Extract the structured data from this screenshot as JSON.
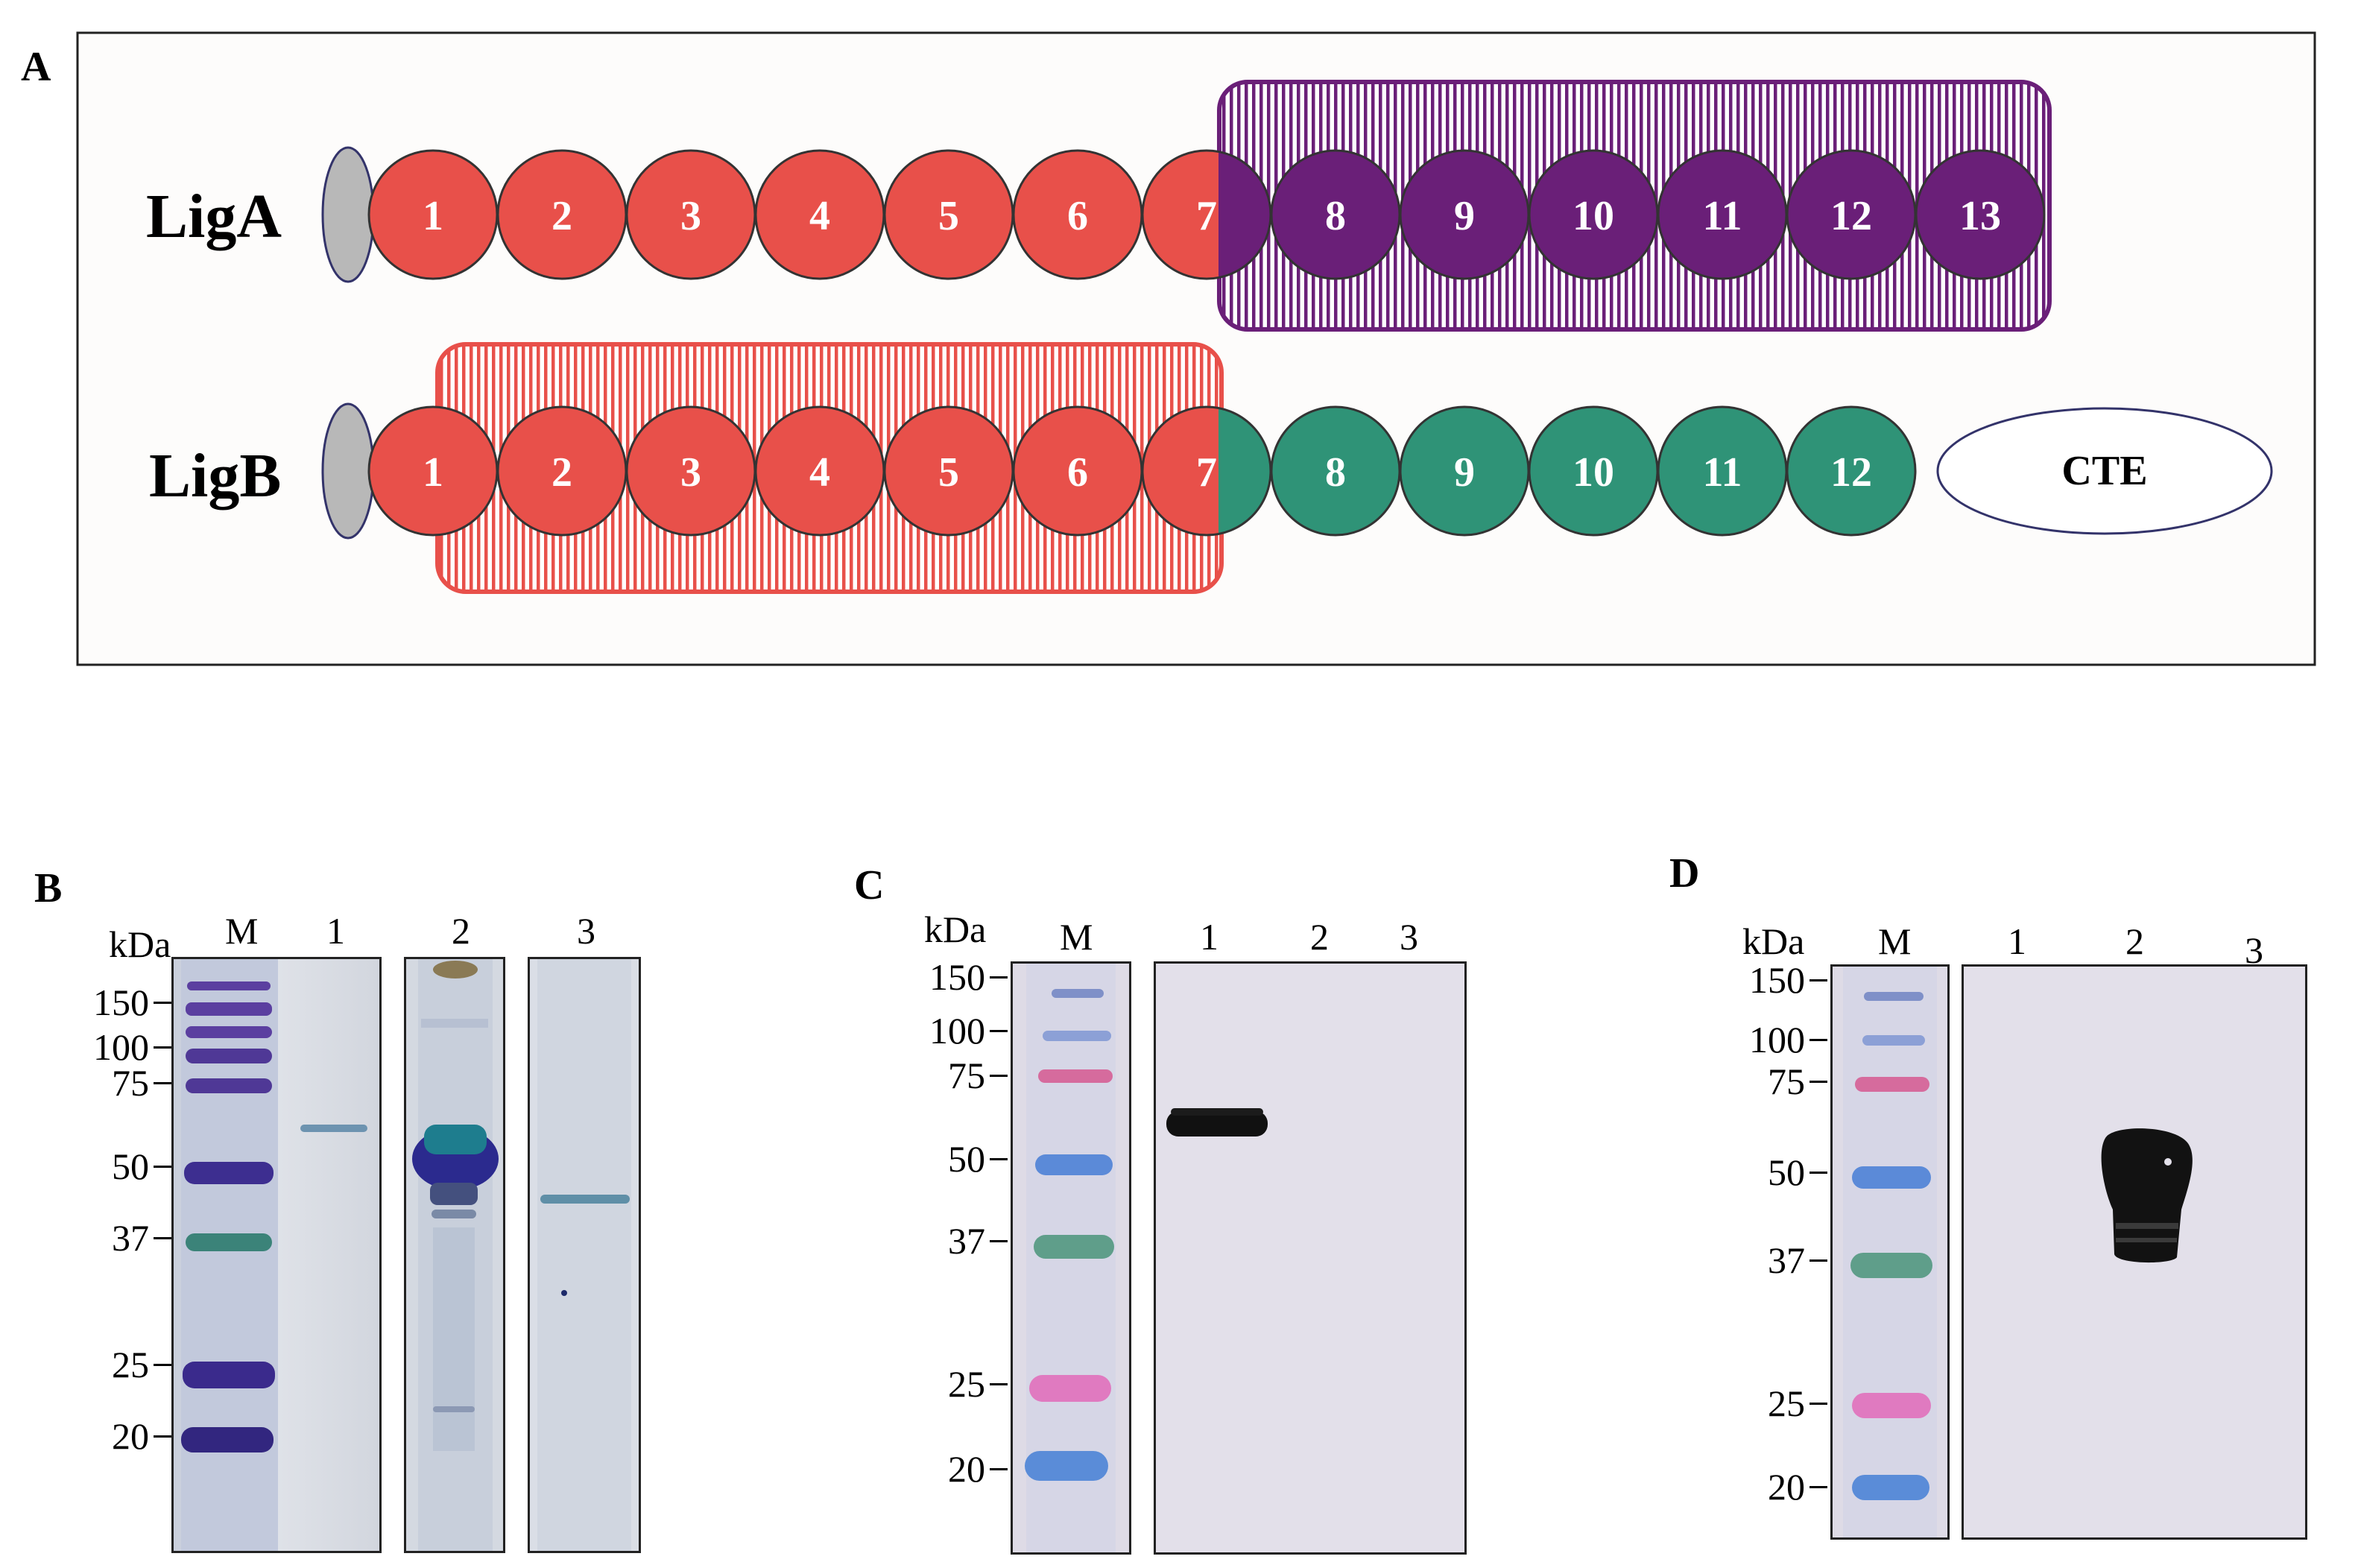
{
  "panels": {
    "a": {
      "letter": "A",
      "liga": {
        "name": "LigA",
        "domains": [
          "1",
          "2",
          "3",
          "4",
          "5",
          "6",
          "7",
          "8",
          "9",
          "10",
          "11",
          "12",
          "13"
        ]
      },
      "ligb": {
        "name": "LigB",
        "domains": [
          "1",
          "2",
          "3",
          "4",
          "5",
          "6",
          "7",
          "8",
          "9",
          "10",
          "11",
          "12"
        ],
        "cte": "CTE"
      },
      "colors": {
        "red": "#e8504a",
        "purple": "#6a1f78",
        "teal": "#2f9377",
        "gray": "#b8b8b8"
      }
    },
    "b": {
      "letter": "B",
      "unit": "kDa",
      "lanes": [
        "M",
        "1",
        "2",
        "3"
      ],
      "markers": [
        "150",
        "100",
        "75",
        "50",
        "37",
        "25",
        "20"
      ]
    },
    "c": {
      "letter": "C",
      "unit": "kDa",
      "lanes": [
        "M",
        "1",
        "2",
        "3"
      ],
      "markers": [
        "150",
        "100",
        "75",
        "50",
        "37",
        "25",
        "20"
      ]
    },
    "d": {
      "letter": "D",
      "unit": "kDa",
      "lanes": [
        "M",
        "1",
        "2",
        "3"
      ],
      "markers": [
        "150",
        "100",
        "75",
        "50",
        "37",
        "25",
        "20"
      ]
    }
  }
}
